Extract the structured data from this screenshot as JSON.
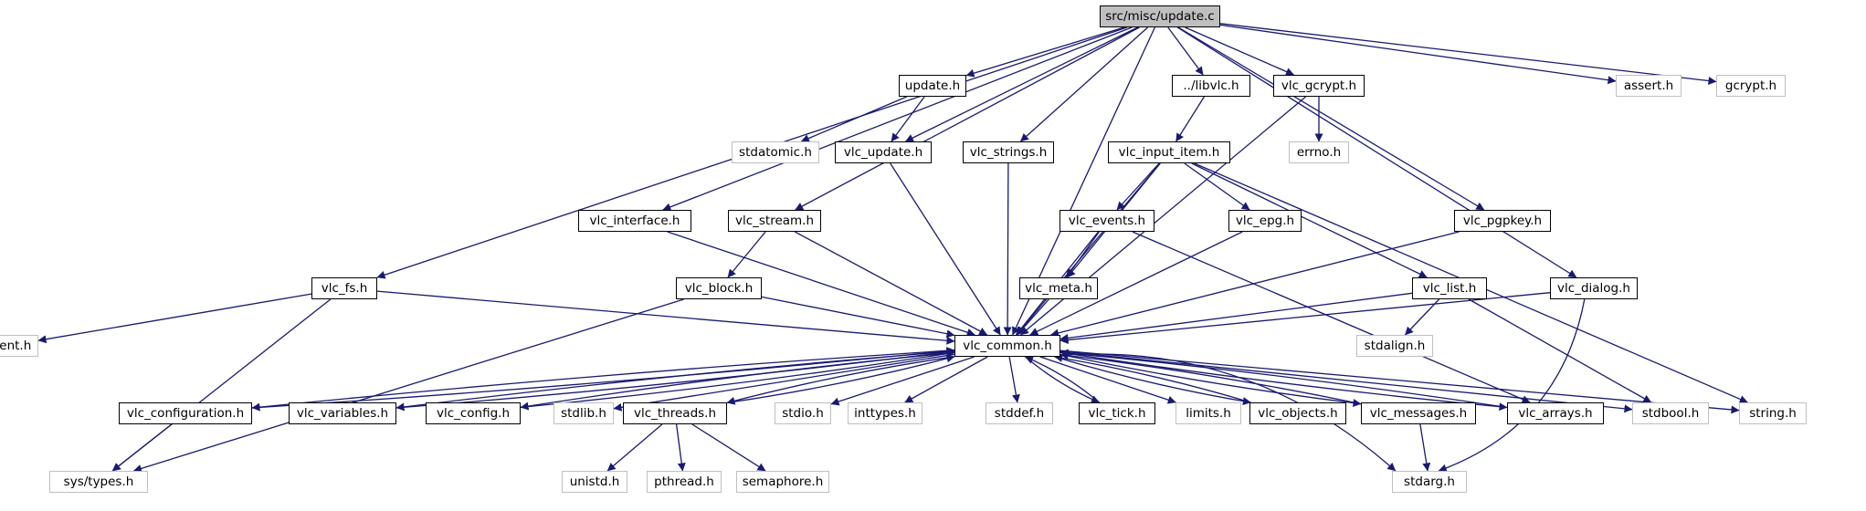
{
  "diagram": {
    "edge_color": "#191970",
    "nodes": [
      {
        "id": "root",
        "label": "src/misc/update.c",
        "kind": "root"
      },
      {
        "id": "update_h",
        "label": "update.h",
        "kind": "documented"
      },
      {
        "id": "libvlc_h",
        "label": "../libvlc.h",
        "kind": "documented"
      },
      {
        "id": "vlc_gcrypt_h",
        "label": "vlc_gcrypt.h",
        "kind": "documented"
      },
      {
        "id": "assert_h",
        "label": "assert.h",
        "kind": "undocumented"
      },
      {
        "id": "gcrypt_h",
        "label": "gcrypt.h",
        "kind": "undocumented"
      },
      {
        "id": "stdatomic_h",
        "label": "stdatomic.h",
        "kind": "undocumented"
      },
      {
        "id": "vlc_update_h",
        "label": "vlc_update.h",
        "kind": "documented"
      },
      {
        "id": "vlc_strings_h",
        "label": "vlc_strings.h",
        "kind": "documented"
      },
      {
        "id": "vlc_input_item_h",
        "label": "vlc_input_item.h",
        "kind": "documented"
      },
      {
        "id": "errno_h",
        "label": "errno.h",
        "kind": "undocumented"
      },
      {
        "id": "vlc_interface_h",
        "label": "vlc_interface.h",
        "kind": "documented"
      },
      {
        "id": "vlc_stream_h",
        "label": "vlc_stream.h",
        "kind": "documented"
      },
      {
        "id": "vlc_events_h",
        "label": "vlc_events.h",
        "kind": "documented"
      },
      {
        "id": "vlc_epg_h",
        "label": "vlc_epg.h",
        "kind": "documented"
      },
      {
        "id": "vlc_pgpkey_h",
        "label": "vlc_pgpkey.h",
        "kind": "documented"
      },
      {
        "id": "vlc_fs_h",
        "label": "vlc_fs.h",
        "kind": "documented"
      },
      {
        "id": "vlc_block_h",
        "label": "vlc_block.h",
        "kind": "documented"
      },
      {
        "id": "vlc_meta_h",
        "label": "vlc_meta.h",
        "kind": "documented"
      },
      {
        "id": "vlc_list_h",
        "label": "vlc_list.h",
        "kind": "documented"
      },
      {
        "id": "vlc_dialog_h",
        "label": "vlc_dialog.h",
        "kind": "documented"
      },
      {
        "id": "dirent_h",
        "label": "dirent.h",
        "kind": "undocumented"
      },
      {
        "id": "vlc_common_h",
        "label": "vlc_common.h",
        "kind": "documented"
      },
      {
        "id": "stdalign_h",
        "label": "stdalign.h",
        "kind": "undocumented"
      },
      {
        "id": "vlc_configuration_h",
        "label": "vlc_configuration.h",
        "kind": "documented"
      },
      {
        "id": "vlc_variables_h",
        "label": "vlc_variables.h",
        "kind": "documented"
      },
      {
        "id": "vlc_config_h",
        "label": "vlc_config.h",
        "kind": "documented"
      },
      {
        "id": "stdlib_h",
        "label": "stdlib.h",
        "kind": "undocumented"
      },
      {
        "id": "vlc_threads_h",
        "label": "vlc_threads.h",
        "kind": "documented"
      },
      {
        "id": "stdio_h",
        "label": "stdio.h",
        "kind": "undocumented"
      },
      {
        "id": "inttypes_h",
        "label": "inttypes.h",
        "kind": "undocumented"
      },
      {
        "id": "stddef_h",
        "label": "stddef.h",
        "kind": "undocumented"
      },
      {
        "id": "vlc_tick_h",
        "label": "vlc_tick.h",
        "kind": "documented"
      },
      {
        "id": "limits_h",
        "label": "limits.h",
        "kind": "undocumented"
      },
      {
        "id": "vlc_objects_h",
        "label": "vlc_objects.h",
        "kind": "documented"
      },
      {
        "id": "vlc_messages_h",
        "label": "vlc_messages.h",
        "kind": "documented"
      },
      {
        "id": "vlc_arrays_h",
        "label": "vlc_arrays.h",
        "kind": "documented"
      },
      {
        "id": "stdbool_h",
        "label": "stdbool.h",
        "kind": "undocumented"
      },
      {
        "id": "string_h",
        "label": "string.h",
        "kind": "undocumented"
      },
      {
        "id": "sys_types_h",
        "label": "sys/types.h",
        "kind": "undocumented"
      },
      {
        "id": "unistd_h",
        "label": "unistd.h",
        "kind": "undocumented"
      },
      {
        "id": "pthread_h",
        "label": "pthread.h",
        "kind": "undocumented"
      },
      {
        "id": "semaphore_h",
        "label": "semaphore.h",
        "kind": "undocumented"
      },
      {
        "id": "stdarg_h",
        "label": "stdarg.h",
        "kind": "undocumented"
      }
    ],
    "edges": [
      [
        "root",
        "update_h"
      ],
      [
        "root",
        "vlc_update_h"
      ],
      [
        "root",
        "libvlc_h"
      ],
      [
        "root",
        "vlc_gcrypt_h"
      ],
      [
        "root",
        "assert_h"
      ],
      [
        "root",
        "gcrypt_h"
      ],
      [
        "root",
        "vlc_strings_h"
      ],
      [
        "root",
        "vlc_stream_h"
      ],
      [
        "root",
        "vlc_interface_h"
      ],
      [
        "root",
        "vlc_fs_h"
      ],
      [
        "root",
        "vlc_common_h"
      ],
      [
        "root",
        "vlc_pgpkey_h"
      ],
      [
        "root",
        "vlc_dialog_h"
      ],
      [
        "update_h",
        "stdatomic_h"
      ],
      [
        "update_h",
        "vlc_update_h"
      ],
      [
        "libvlc_h",
        "vlc_input_item_h"
      ],
      [
        "vlc_gcrypt_h",
        "errno_h"
      ],
      [
        "vlc_gcrypt_h",
        "vlc_common_h"
      ],
      [
        "vlc_update_h",
        "vlc_common_h"
      ],
      [
        "vlc_strings_h",
        "vlc_common_h"
      ],
      [
        "vlc_input_item_h",
        "vlc_events_h"
      ],
      [
        "vlc_input_item_h",
        "vlc_epg_h"
      ],
      [
        "vlc_input_item_h",
        "vlc_meta_h"
      ],
      [
        "vlc_input_item_h",
        "vlc_list_h"
      ],
      [
        "vlc_input_item_h",
        "vlc_common_h"
      ],
      [
        "vlc_input_item_h",
        "string_h"
      ],
      [
        "vlc_interface_h",
        "vlc_common_h"
      ],
      [
        "vlc_stream_h",
        "vlc_block_h"
      ],
      [
        "vlc_stream_h",
        "vlc_common_h"
      ],
      [
        "vlc_events_h",
        "vlc_meta_h"
      ],
      [
        "vlc_events_h",
        "vlc_common_h"
      ],
      [
        "vlc_events_h",
        "vlc_arrays_h"
      ],
      [
        "vlc_epg_h",
        "vlc_common_h"
      ],
      [
        "vlc_pgpkey_h",
        "vlc_common_h"
      ],
      [
        "vlc_fs_h",
        "dirent_h"
      ],
      [
        "vlc_fs_h",
        "sys_types_h"
      ],
      [
        "vlc_fs_h",
        "vlc_common_h"
      ],
      [
        "vlc_block_h",
        "sys_types_h"
      ],
      [
        "vlc_block_h",
        "vlc_common_h"
      ],
      [
        "vlc_meta_h",
        "vlc_common_h"
      ],
      [
        "vlc_list_h",
        "vlc_common_h"
      ],
      [
        "vlc_list_h",
        "stdalign_h"
      ],
      [
        "vlc_list_h",
        "stdbool_h"
      ],
      [
        "vlc_dialog_h",
        "vlc_common_h"
      ],
      [
        "vlc_dialog_h",
        "stdarg_h"
      ],
      [
        "vlc_common_h",
        "vlc_configuration_h"
      ],
      [
        "vlc_common_h",
        "vlc_variables_h"
      ],
      [
        "vlc_common_h",
        "vlc_config_h"
      ],
      [
        "vlc_common_h",
        "stdlib_h"
      ],
      [
        "vlc_common_h",
        "vlc_threads_h"
      ],
      [
        "vlc_common_h",
        "stdio_h"
      ],
      [
        "vlc_common_h",
        "inttypes_h"
      ],
      [
        "vlc_common_h",
        "stddef_h"
      ],
      [
        "vlc_common_h",
        "vlc_tick_h"
      ],
      [
        "vlc_common_h",
        "limits_h"
      ],
      [
        "vlc_common_h",
        "vlc_objects_h"
      ],
      [
        "vlc_common_h",
        "vlc_messages_h"
      ],
      [
        "vlc_common_h",
        "vlc_arrays_h"
      ],
      [
        "vlc_common_h",
        "stdbool_h"
      ],
      [
        "vlc_common_h",
        "string_h"
      ],
      [
        "vlc_common_h",
        "stdarg_h"
      ],
      [
        "vlc_configuration_h",
        "vlc_common_h"
      ],
      [
        "vlc_configuration_h",
        "sys_types_h"
      ],
      [
        "vlc_variables_h",
        "vlc_common_h"
      ],
      [
        "vlc_config_h",
        "vlc_common_h"
      ],
      [
        "vlc_threads_h",
        "vlc_common_h"
      ],
      [
        "vlc_threads_h",
        "unistd_h"
      ],
      [
        "vlc_threads_h",
        "pthread_h"
      ],
      [
        "vlc_threads_h",
        "semaphore_h"
      ],
      [
        "vlc_tick_h",
        "vlc_common_h"
      ],
      [
        "vlc_objects_h",
        "vlc_common_h"
      ],
      [
        "vlc_messages_h",
        "vlc_common_h"
      ],
      [
        "vlc_messages_h",
        "stdarg_h"
      ],
      [
        "vlc_arrays_h",
        "vlc_common_h"
      ]
    ]
  }
}
